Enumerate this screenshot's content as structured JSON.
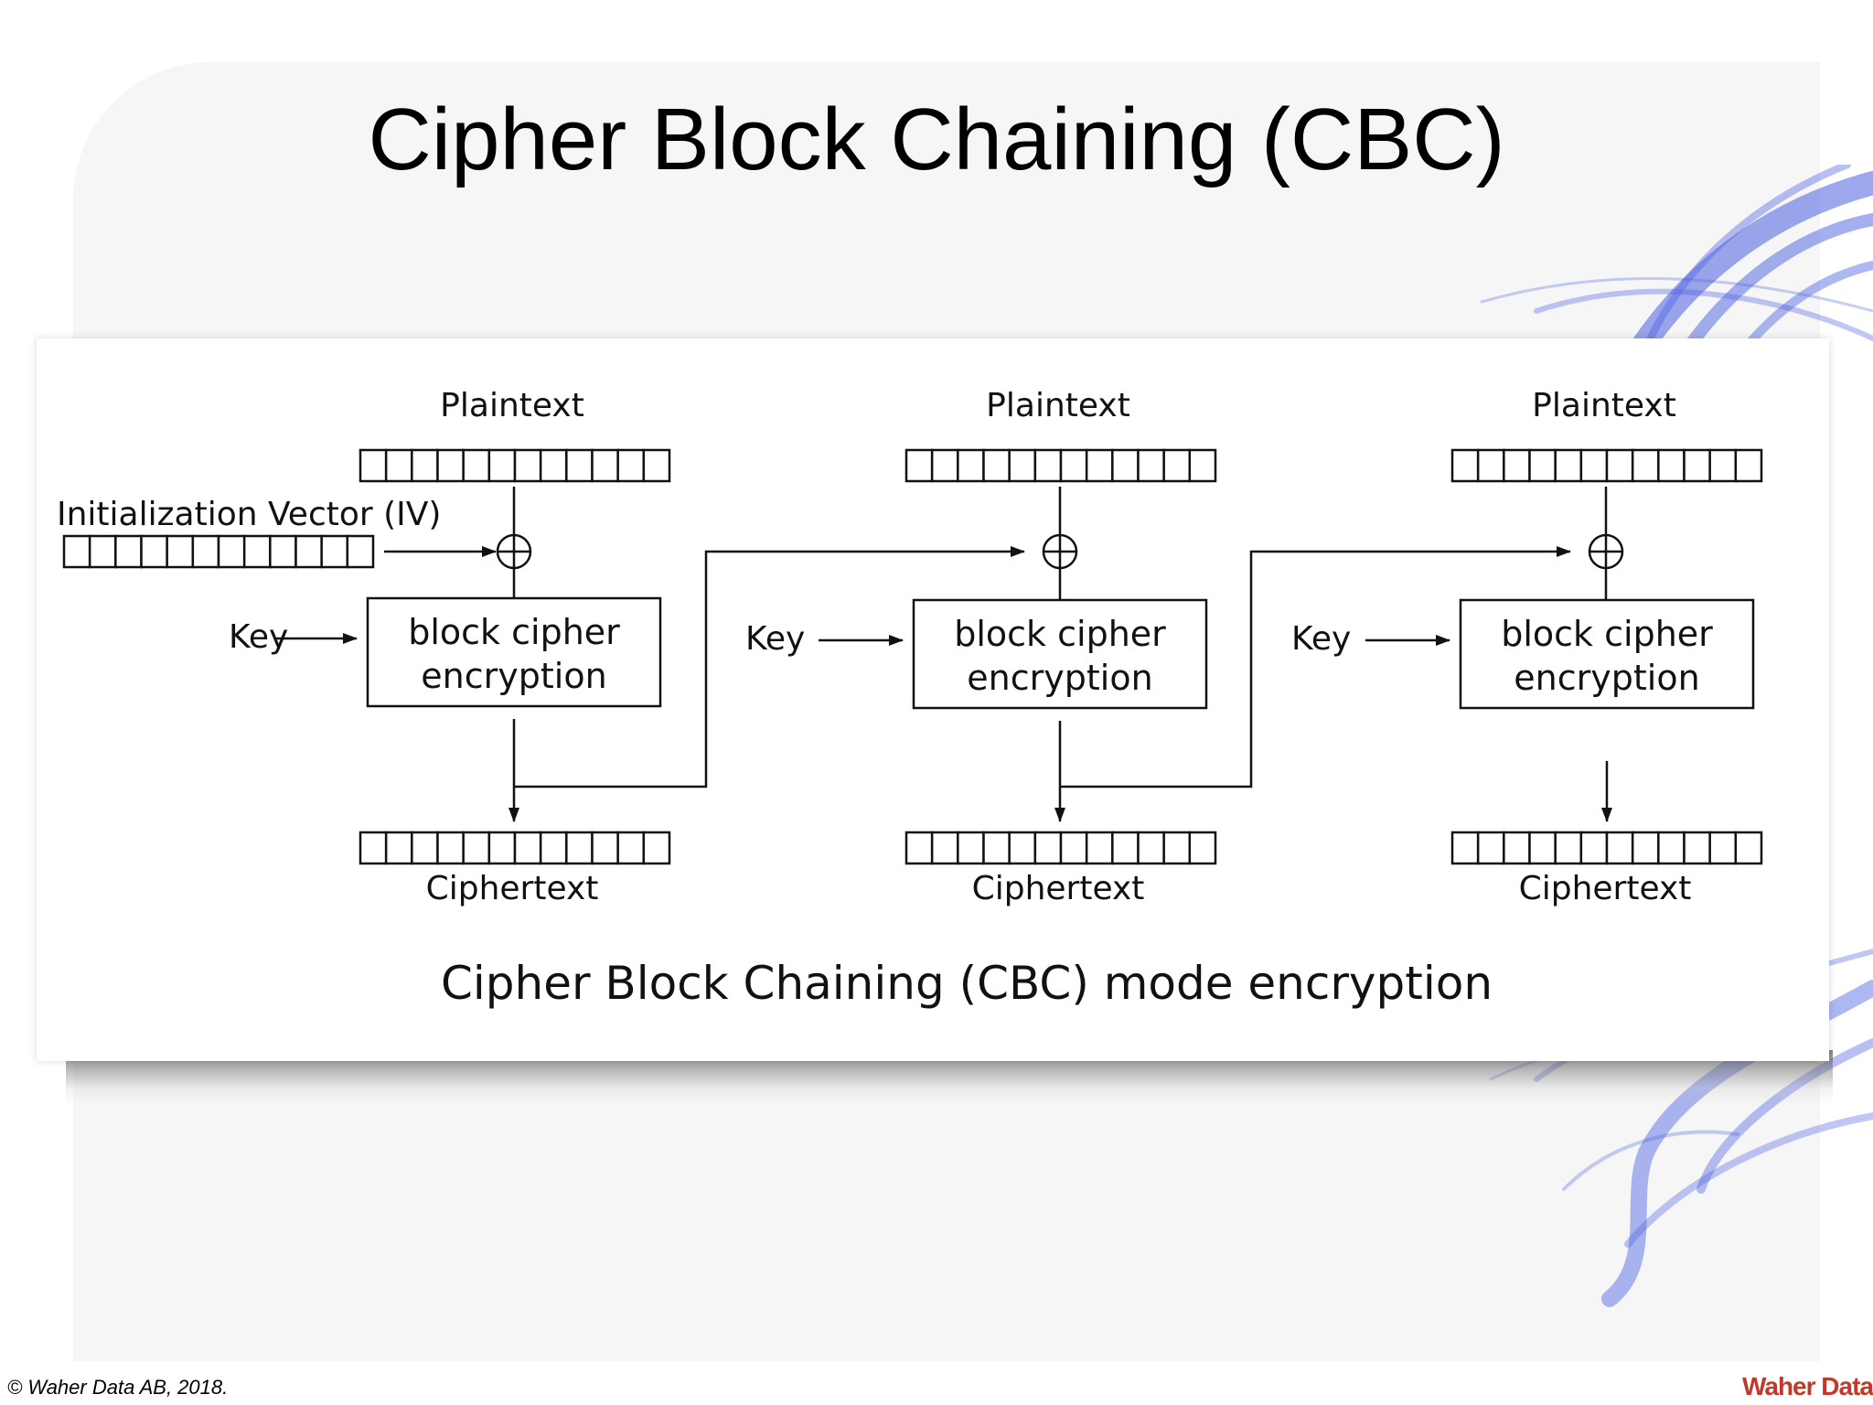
{
  "slide": {
    "title": "Cipher Block Chaining (CBC)",
    "footer": "© Waher Data AB, 2018.",
    "logo_text": "Waher Data"
  },
  "diagram": {
    "caption": "Cipher Block Chaining (CBC) mode encryption",
    "iv_label": "Initialization Vector (IV)",
    "stages": [
      {
        "plaintext_label": "Plaintext",
        "key_label": "Key",
        "cipher_line1": "block cipher",
        "cipher_line2": "encryption",
        "ciphertext_label": "Ciphertext"
      },
      {
        "plaintext_label": "Plaintext",
        "key_label": "Key",
        "cipher_line1": "block cipher",
        "cipher_line2": "encryption",
        "ciphertext_label": "Ciphertext"
      },
      {
        "plaintext_label": "Plaintext",
        "key_label": "Key",
        "cipher_line1": "block cipher",
        "cipher_line2": "encryption",
        "ciphertext_label": "Ciphertext"
      }
    ],
    "colors": {
      "ink": "#111111",
      "swirl": "#4a5fe0"
    }
  }
}
